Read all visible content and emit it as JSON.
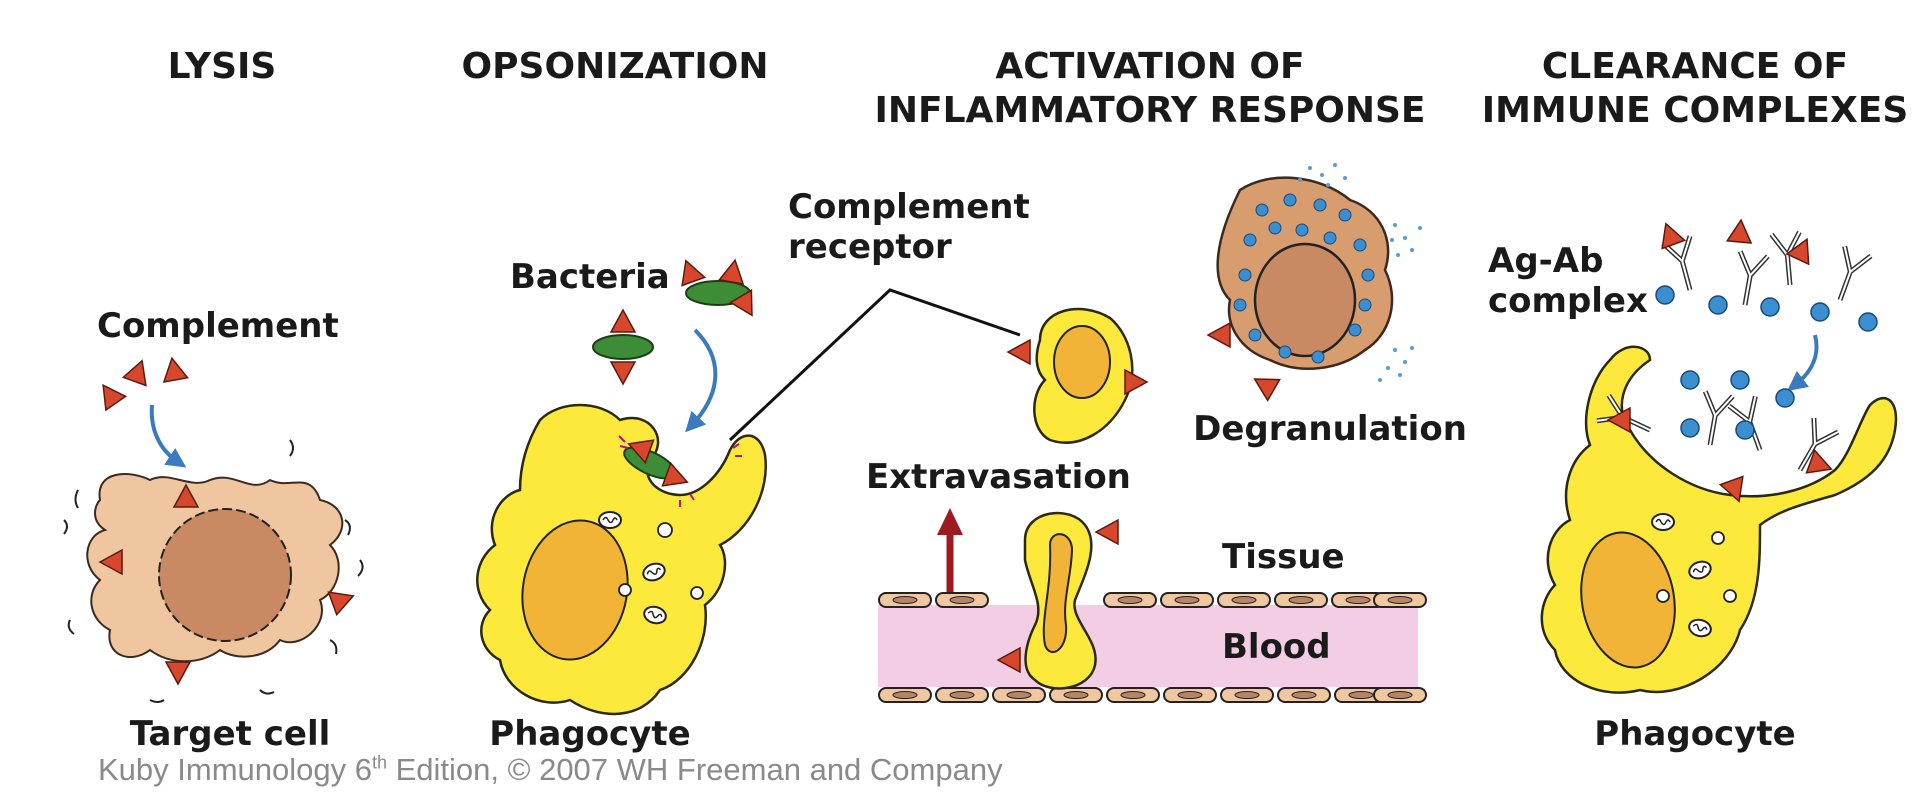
{
  "headers": {
    "lysis": "LYSIS",
    "opsonization": "OPSONIZATION",
    "inflammatory_line1": "ACTIVATION OF",
    "inflammatory_line2": "INFLAMMATORY RESPONSE",
    "clearance_line1": "CLEARANCE OF",
    "clearance_line2": "IMMUNE COMPLEXES"
  },
  "labels": {
    "complement": "Complement",
    "target_cell": "Target cell",
    "bacteria": "Bacteria",
    "phagocyte_opsonization": "Phagocyte",
    "complement_receptor_line1": "Complement",
    "complement_receptor_line2": "receptor",
    "degranulation": "Degranulation",
    "extravasation": "Extravasation",
    "tissue": "Tissue",
    "blood": "Blood",
    "ag_ab_line1": "Ag-Ab",
    "ag_ab_line2": "complex",
    "phagocyte_clearance": "Phagocyte"
  },
  "credit": {
    "prefix": "Kuby Immunology 6",
    "superscript": "th",
    "suffix": " Edition, © 2007 WH Freeman and Company"
  },
  "colors": {
    "phagocyte_yellow": "#fde93c",
    "nucleus_orange": "#f2b437",
    "target_cell": "#f0c6a0",
    "target_nucleus": "#c98a63",
    "complement_red": "#d7472b",
    "bacteria_green": "#3d8c36",
    "arrow_blue": "#3a7bbf",
    "blood_pink": "#f2cde3",
    "endothelium": "#f0c7a0",
    "extravasation_arrow": "#9c1b21",
    "granule_blue": "#3b8fd0",
    "receptor_magenta": "#b3157a",
    "credit_gray": "#8a8a8a"
  },
  "icons": [
    "complement-triangle-icon",
    "bacteria-icon",
    "antibody-icon",
    "mitochondria-icon",
    "curved-arrow-icon"
  ]
}
